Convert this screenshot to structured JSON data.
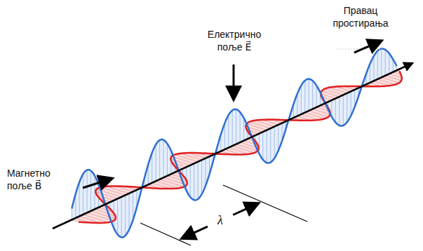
{
  "diagram": {
    "labels": [
      "Правац простирања",
      "Електрично поље E⃗",
      "Магнетно поље B⃗",
      "λ"
    ]
  }
}
